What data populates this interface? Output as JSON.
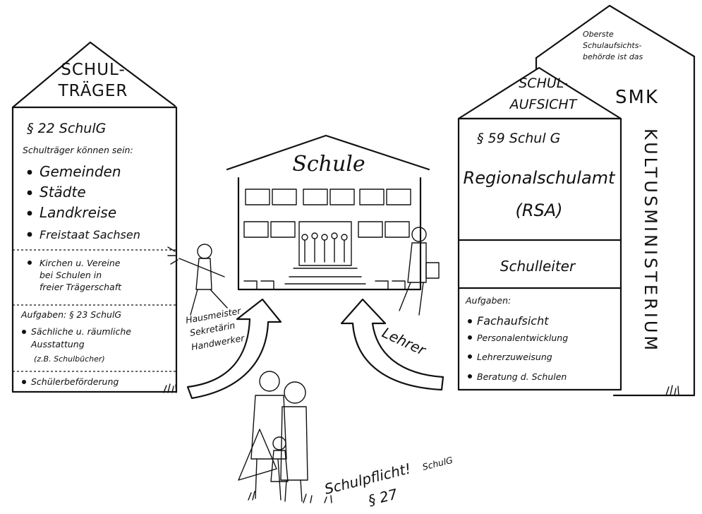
{
  "schultraeger": {
    "title_line1": "SCHUL-",
    "title_line2": "TRÄGER",
    "law": "§ 22 SchulG",
    "intro": "Schulträger können sein:",
    "items": [
      "Gemeinden",
      "Städte",
      "Landkreise",
      "Freistaat Sachsen"
    ],
    "extra_lines": [
      "Kirchen u. Vereine",
      "bei Schulen in",
      "freier Trägerschaft"
    ],
    "tasks_header": "Aufgaben: § 23 SchulG",
    "tasks_lines": [
      "Sächliche u. räumliche",
      "Ausstattung",
      "(z.B. Schulbücher)"
    ],
    "tasks_last": "Schülerbeförderung"
  },
  "schule": {
    "title": "Schule"
  },
  "schulaufsicht": {
    "title_line1": "SCHUL-",
    "title_line2": "AUFSICHT",
    "law": "§ 59 Schul G",
    "office_line1": "Regionalschulamt",
    "office_line2": "(RSA)",
    "leader": "Schulleiter",
    "tasks_header": "Aufgaben:",
    "tasks": [
      "Fachaufsicht",
      "Personalentwicklung",
      "Lehrerzuweisung",
      "Beratung d. Schulen"
    ]
  },
  "smk": {
    "note_lines": [
      "Oberste",
      "Schulaufsichts-",
      "behörde ist das"
    ],
    "abbr": "SMK",
    "vertical": "KULTUSMINISTERIUM"
  },
  "staff": {
    "lines": [
      "Hausmeister",
      "Sekretärin",
      "Handwerker"
    ]
  },
  "teachers": {
    "label": "Lehrer"
  },
  "compulsory": {
    "line1": "Schulpflicht!",
    "line2": "§ 27",
    "line3": "SchulG"
  }
}
